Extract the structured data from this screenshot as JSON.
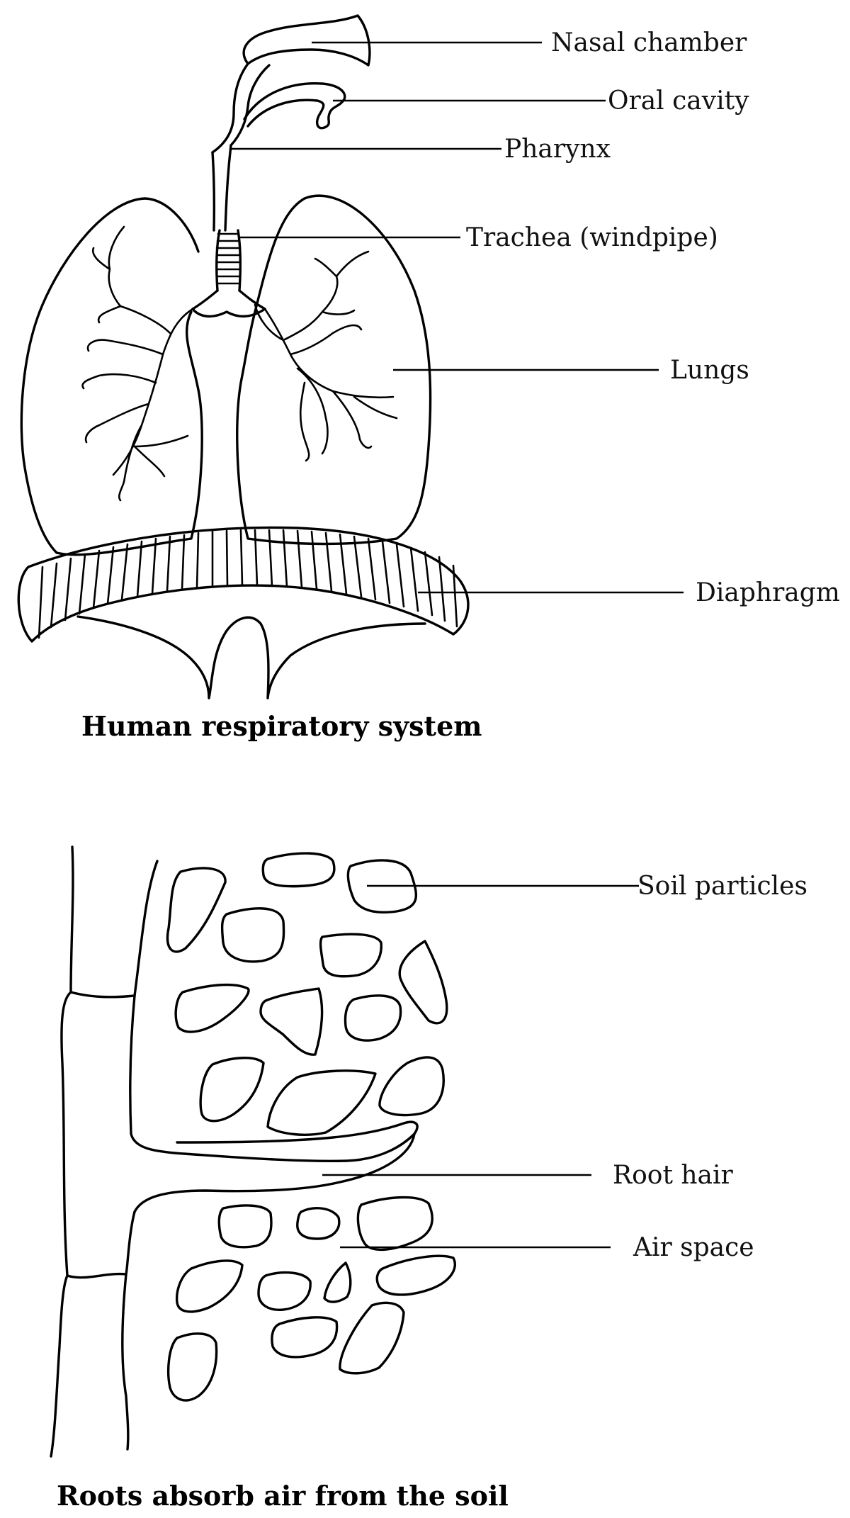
{
  "respiratory": {
    "caption": "Human respiratory system",
    "labels": {
      "nasal_chamber": "Nasal chamber",
      "oral_cavity": "Oral cavity",
      "pharynx": "Pharynx",
      "trachea": "Trachea (windpipe)",
      "lungs": "Lungs",
      "diaphragm": "Diaphragm"
    }
  },
  "roots": {
    "caption": "Roots absorb air from the soil",
    "labels": {
      "soil_particles": "Soil particles",
      "root_hair": "Root hair",
      "air_space": "Air space"
    }
  }
}
